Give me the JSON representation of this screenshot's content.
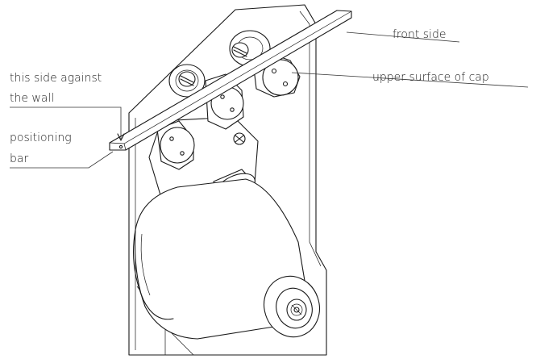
{
  "labels": {
    "front_side": "front side",
    "upper_surface_of_cap": "upper surface of cap",
    "wall_side_line1": "this side against",
    "wall_side_line2": "the wall",
    "positioning_line1": "positioning",
    "positioning_line2": "bar"
  },
  "colors": {
    "line": "#1a1a1a",
    "text": "#222222",
    "background": "#ffffff"
  }
}
